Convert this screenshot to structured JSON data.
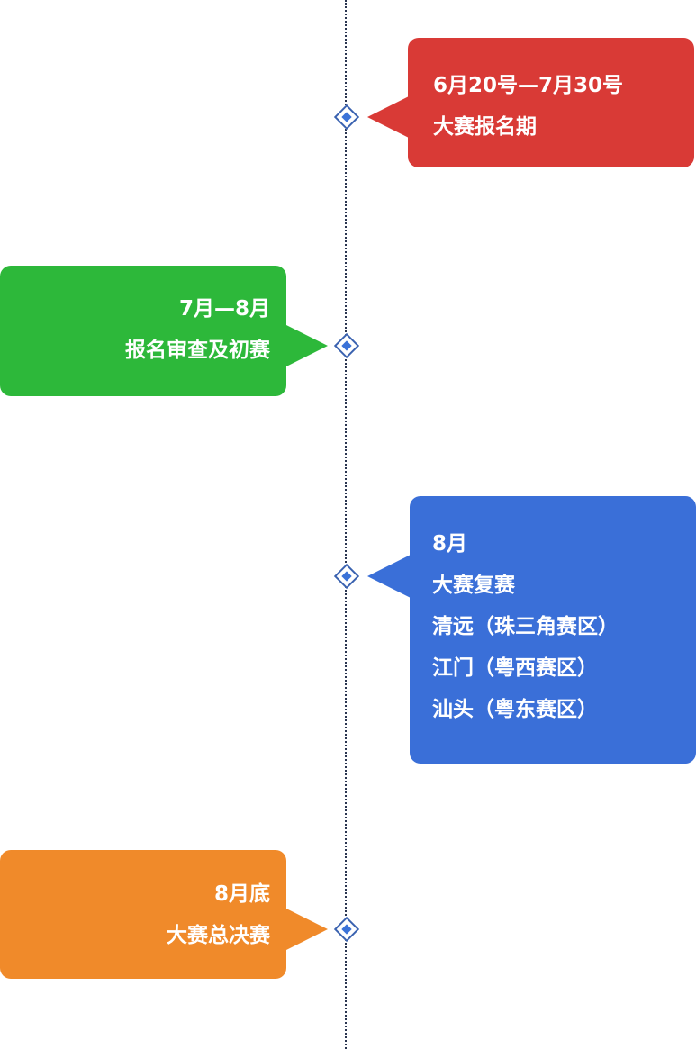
{
  "timeline": [
    {
      "side": "right",
      "color": "#d93a36",
      "lines": [
        "6月20号—7月30号",
        "大赛报名期"
      ]
    },
    {
      "side": "left",
      "color": "#2db83a",
      "lines": [
        "7月—8月",
        "报名审查及初赛"
      ]
    },
    {
      "side": "right",
      "color": "#3a6fd8",
      "lines": [
        "8月",
        "大赛复赛",
        "清远（珠三角赛区）",
        "江门（粤西赛区）",
        "汕头（粤东赛区）"
      ]
    },
    {
      "side": "left",
      "color": "#f08a2a",
      "lines": [
        "8月底",
        "大赛总决赛"
      ]
    }
  ]
}
